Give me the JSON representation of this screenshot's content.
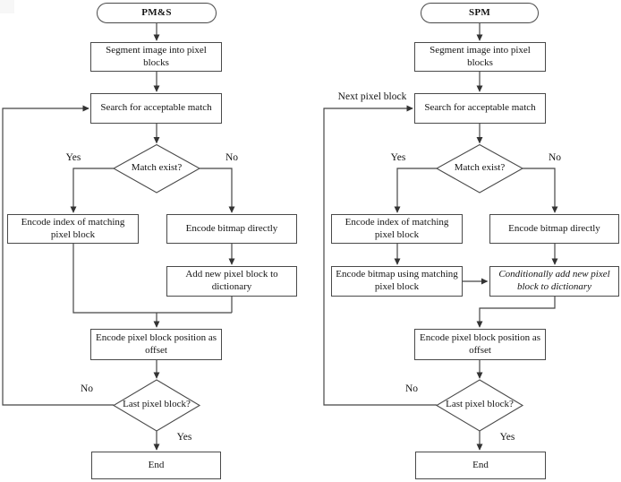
{
  "diagram": {
    "kind": "flowchart-comparison",
    "colors": {
      "line": "#454545",
      "text": "#141414",
      "node_fill": "#ffffff"
    },
    "charts": [
      {
        "id": "pms",
        "title": "PM&S",
        "nodes": {
          "segment": "Segment image into pixel blocks",
          "search": "Search for acceptable match",
          "match_exist": "Match exist?",
          "encode_index": "Encode index of matching pixel block",
          "encode_bitmap": "Encode bitmap directly",
          "add_new": "Add new pixel block to dictionary",
          "encode_offset": "Encode pixel block position as offset",
          "last_block": "Last pixel block?",
          "end": "End"
        },
        "labels": {
          "yes_branch": "Yes",
          "no_branch": "No",
          "no_loop": "No",
          "yes_end": "Yes"
        }
      },
      {
        "id": "spm",
        "title": "SPM",
        "nodes": {
          "segment": "Segment image into pixel blocks",
          "search": "Search for acceptable match",
          "match_exist": "Match exist?",
          "encode_index": "Encode index of matching pixel block",
          "encode_bitmap": "Encode bitmap directly",
          "encode_bitmap_matching": "Encode bitmap using matching pixel block",
          "conditionally_add": "Conditionally add new pixel block to dictionary",
          "encode_offset": "Encode pixel block position as offset",
          "last_block": "Last pixel block?",
          "end": "End"
        },
        "labels": {
          "next_block": "Next pixel block",
          "yes_branch": "Yes",
          "no_branch": "No",
          "no_loop": "No",
          "yes_end": "Yes"
        }
      }
    ]
  }
}
